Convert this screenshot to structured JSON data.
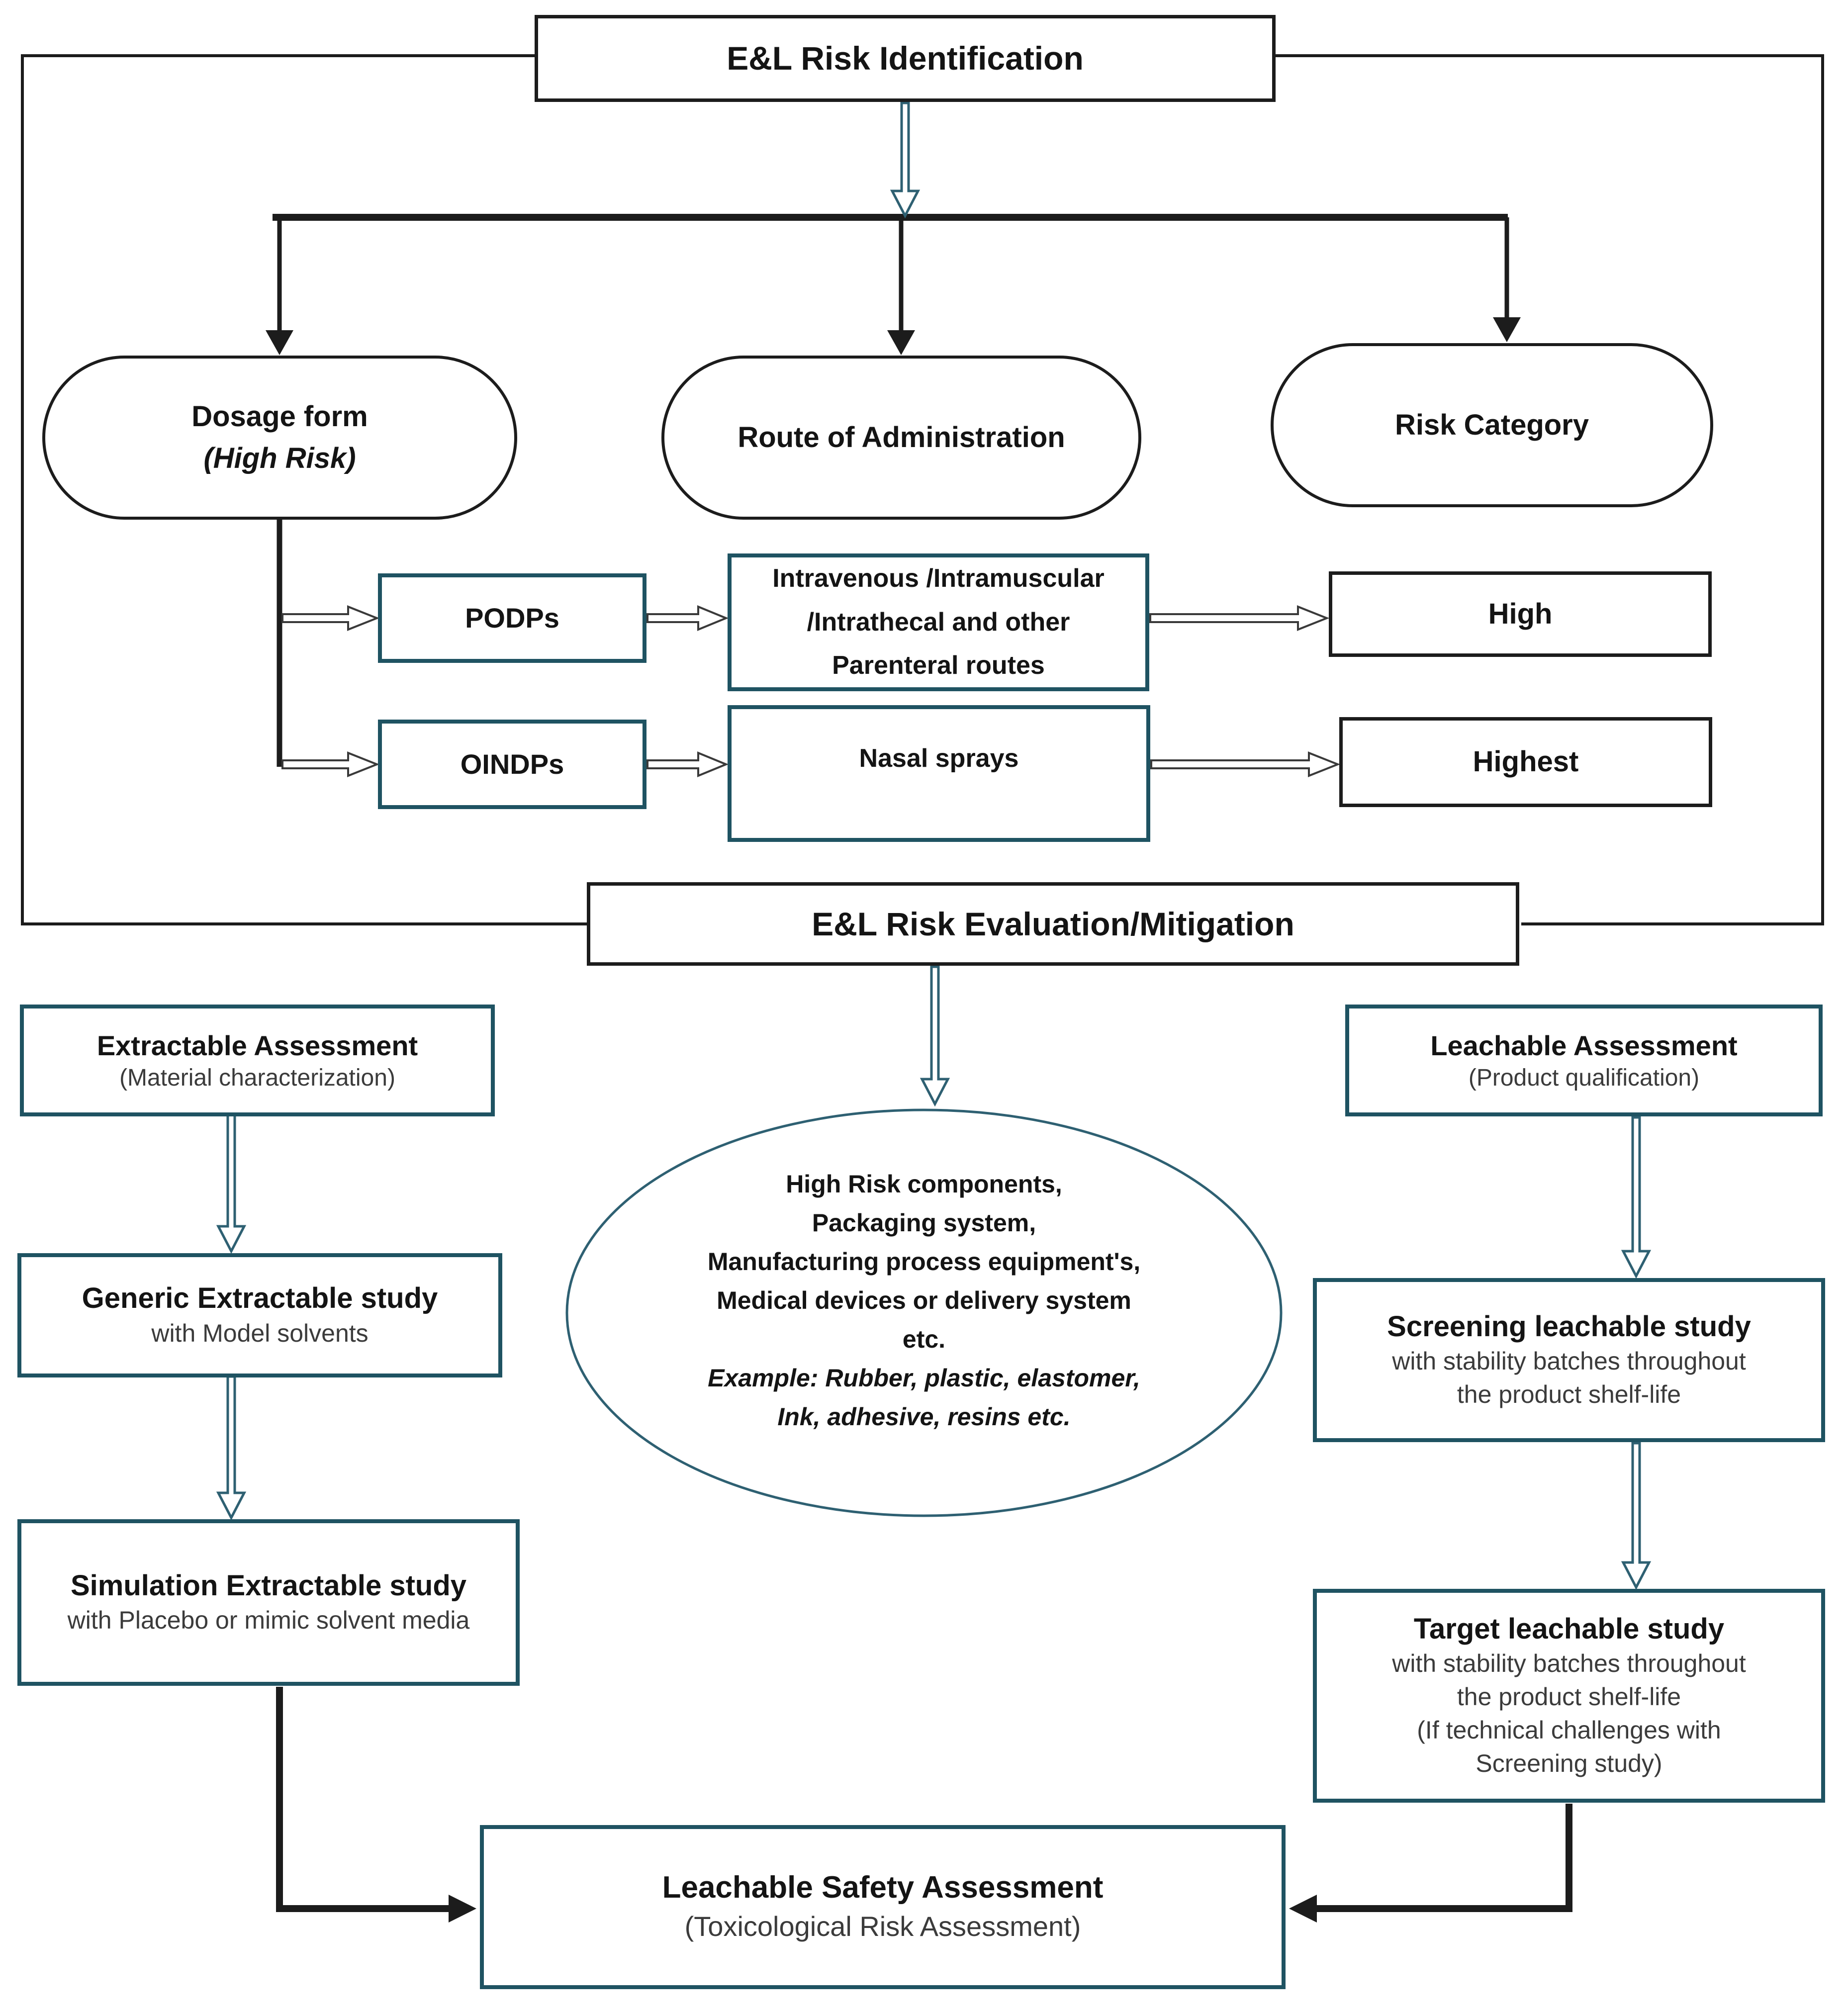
{
  "figure": {
    "type": "flowchart",
    "topic": "Extractables and Leachables (E&L) risk identification and evaluation workflow"
  },
  "colors": {
    "box_border_black": "#1c1c1c",
    "box_border_teal": "#1f5362",
    "arrow_teal": "#2e6072",
    "arrow_gray": "#3a3a3a",
    "text": "#141414",
    "subtext": "#3b3b3b"
  },
  "nodes": {
    "risk_identification": {
      "label": "E&L Risk Identification"
    },
    "dosage_form": {
      "label": "Dosage form",
      "sublabel": "(High Risk)"
    },
    "route_of_administration": {
      "label": "Route of Administration"
    },
    "risk_category": {
      "label": "Risk Category"
    },
    "podps": {
      "label": "PODPs"
    },
    "oindps": {
      "label": "OINDPs"
    },
    "parenteral_routes": {
      "lines": [
        "Intravenous /Intramuscular",
        "/Intrathecal and other",
        "Parenteral routes"
      ]
    },
    "nasal_sprays": {
      "label": "Nasal sprays"
    },
    "high": {
      "label": "High"
    },
    "highest": {
      "label": "Highest"
    },
    "risk_evaluation": {
      "label": "E&L Risk Evaluation/Mitigation"
    },
    "extractable_assessment": {
      "label": "Extractable Assessment",
      "sublabel": "(Material characterization)"
    },
    "leachable_assessment": {
      "label": "Leachable Assessment",
      "sublabel": "(Product qualification)"
    },
    "high_risk_components": {
      "lines": [
        "High Risk components,",
        "Packaging system,",
        "Manufacturing process equipment's,",
        "Medical devices or delivery system",
        "etc."
      ],
      "example_lines": [
        "Example: Rubber, plastic, elastomer,",
        "Ink, adhesive, resins etc."
      ]
    },
    "generic_extractable": {
      "label": "Generic Extractable study",
      "sublabel": "with Model solvents"
    },
    "simulation_extractable": {
      "label": "Simulation Extractable study",
      "sublabel": "with Placebo or mimic solvent media"
    },
    "screening_leachable": {
      "label": "Screening leachable study",
      "sublines": [
        "with stability batches throughout",
        "the product shelf-life"
      ]
    },
    "target_leachable": {
      "label": "Target leachable study",
      "sublines": [
        "with stability batches throughout",
        "the product shelf-life",
        "(If technical challenges with",
        "Screening study)"
      ]
    },
    "leachable_safety": {
      "label": "Leachable Safety Assessment",
      "sublabel": "(Toxicological Risk Assessment)"
    }
  }
}
